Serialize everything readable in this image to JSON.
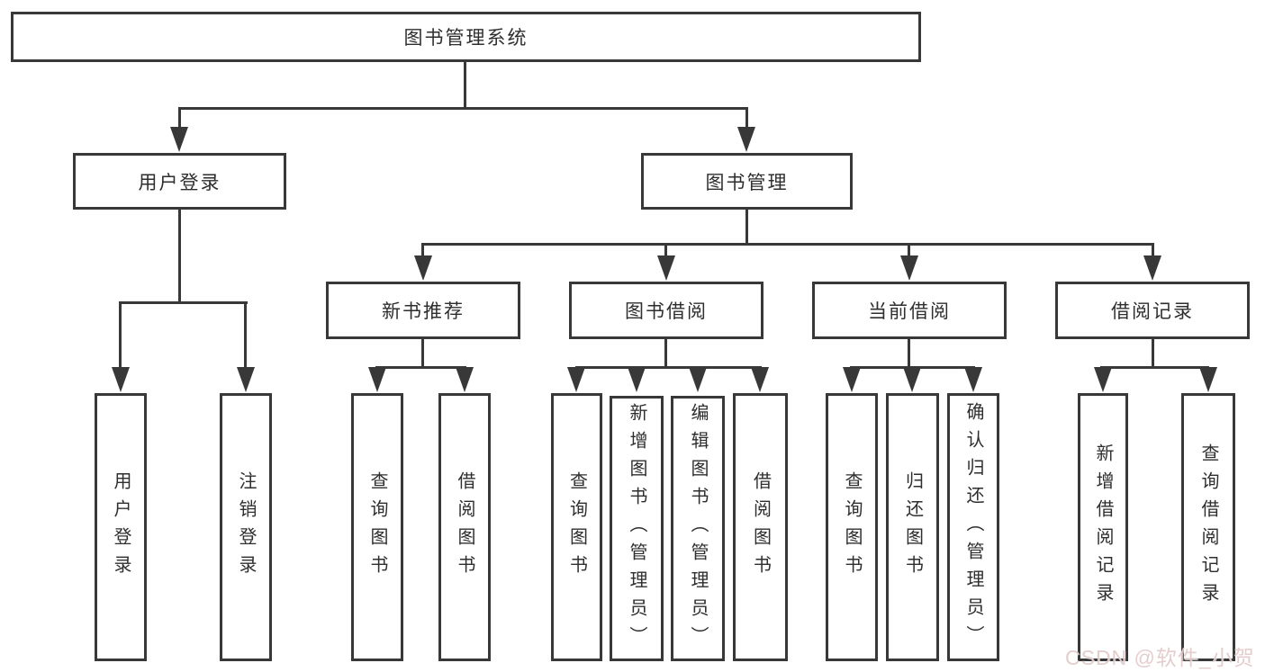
{
  "colors": {
    "line": "#383838",
    "box_border": "#383838",
    "text": "#2e2e2e",
    "background": "#ffffff",
    "watermark": "#e2c9c9"
  },
  "diagram": {
    "root": "图书管理系统",
    "level2": {
      "left": "用户登录",
      "right": "图书管理"
    },
    "level3": [
      "新书推荐",
      "图书借阅",
      "当前借阅",
      "借阅记录"
    ],
    "leaves": {
      "login": [
        "用户登录",
        "注销登录"
      ],
      "recommend": [
        "查询图书",
        "借阅图书"
      ],
      "borrow": [
        "查询图书",
        "新增图书（管理员）",
        "编辑图书（管理员）",
        "借阅图书"
      ],
      "current": [
        "查询图书",
        "归还图书",
        "确认归还（管理员）"
      ],
      "records": [
        "新增借阅记录",
        "查询借阅记录"
      ]
    }
  },
  "watermark": {
    "text": "CSDN @软件_小贺同学"
  }
}
